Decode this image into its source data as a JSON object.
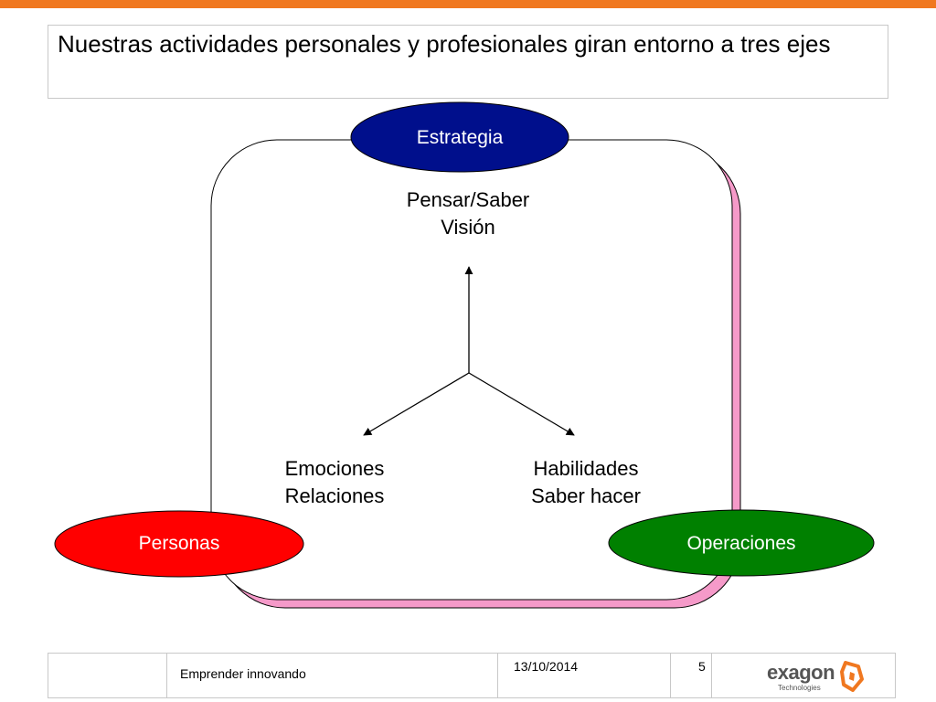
{
  "slide": {
    "title": "Nuestras actividades personales y profesionales giran entorno a tres ejes",
    "accent_color": "#f07820"
  },
  "diagram": {
    "top_oval": {
      "label": "Estrategia",
      "color": "#000f8c"
    },
    "left_oval": {
      "label": "Personas",
      "color": "#ff0000"
    },
    "right_oval": {
      "label": "Operaciones",
      "color": "#008000"
    },
    "frame_shadow_color": "#f59ac9",
    "top_text": [
      "Pensar/Saber",
      "Visión"
    ],
    "left_text": [
      "Emociones",
      "Relaciones"
    ],
    "right_text": [
      "Habilidades",
      "Saber hacer"
    ]
  },
  "footer": {
    "caption": "Emprender innovando",
    "date": "13/10/2014",
    "page_number": "5",
    "logo_word": "exagon",
    "logo_sub": "Technologies"
  }
}
